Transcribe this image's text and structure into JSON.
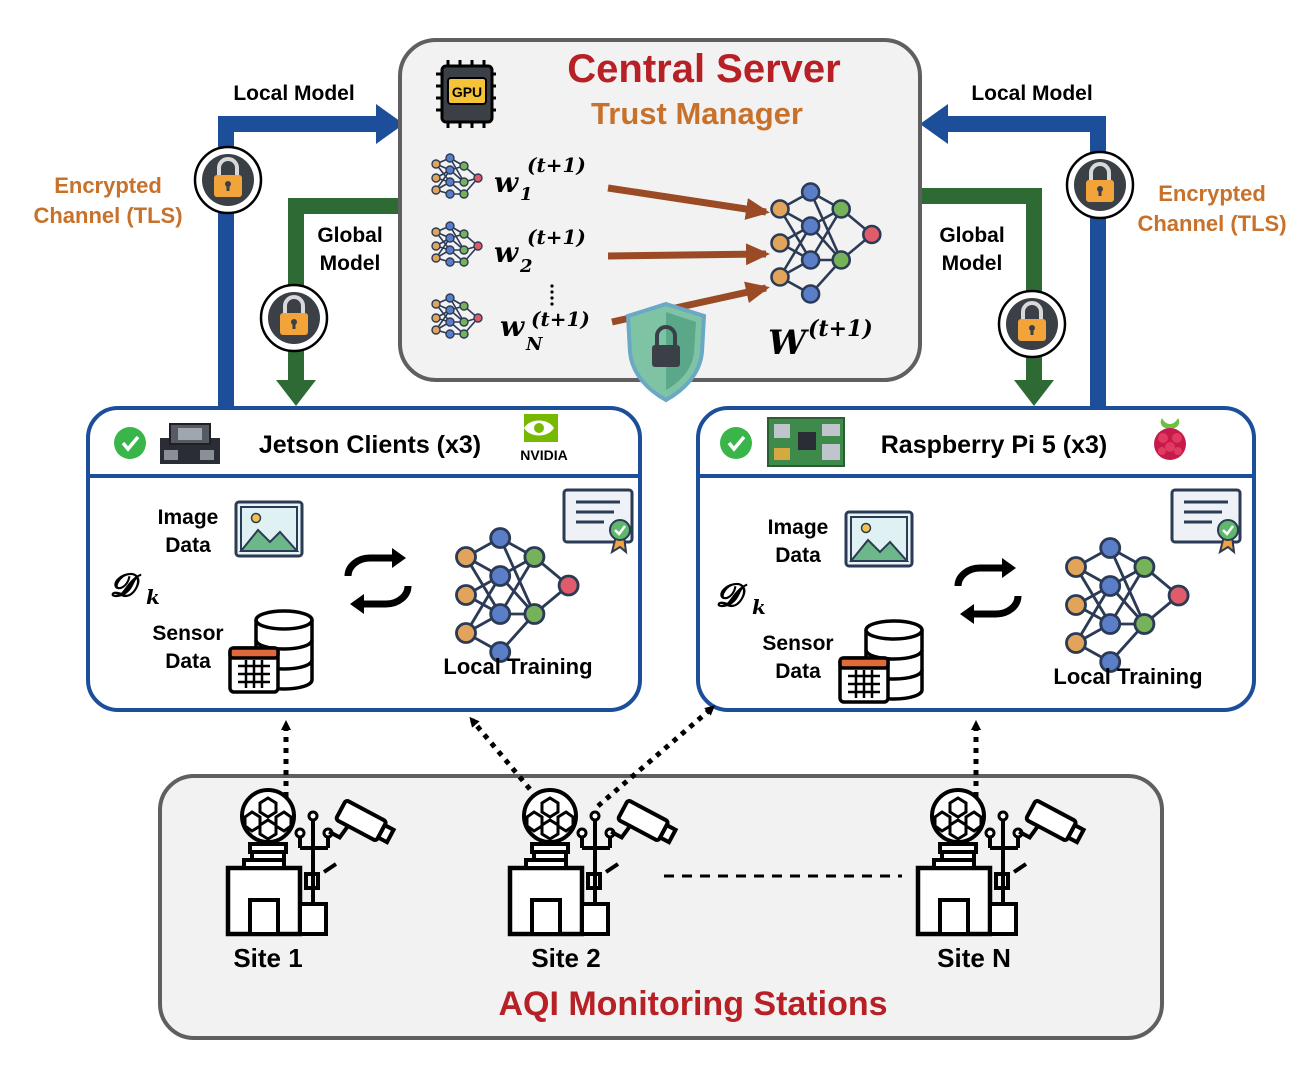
{
  "server": {
    "title": "Central Server",
    "subtitle": "Trust Manager",
    "gpu_label": "GPU",
    "weights": [
      {
        "base": "w",
        "sub": "1",
        "sup": "(t+1)"
      },
      {
        "base": "w",
        "sub": "2",
        "sup": "(t+1)"
      },
      {
        "base": "w",
        "sub": "N",
        "sup": "(t+1)"
      }
    ],
    "global_weight": {
      "base": "W",
      "sup": "(t+1)"
    }
  },
  "channels": {
    "local_model": "Local Model",
    "global_model_line1": "Global",
    "global_model_line2": "Model",
    "encrypted_line1": "Encrypted",
    "encrypted_line2": "Channel (TLS)"
  },
  "clients": [
    {
      "title": "Jetson Clients (x3)",
      "brand": "NVIDIA",
      "image_data_line1": "Image",
      "image_data_line2": "Data",
      "sensor_data_line1": "Sensor",
      "sensor_data_line2": "Data",
      "dataset_symbol": "𝓓",
      "dataset_sub": "k",
      "local_training": "Local Training"
    },
    {
      "title": "Raspberry Pi 5 (x3)",
      "brand": "",
      "image_data_line1": "Image",
      "image_data_line2": "Data",
      "sensor_data_line1": "Sensor",
      "sensor_data_line2": "Data",
      "dataset_symbol": "𝓓",
      "dataset_sub": "k",
      "local_training": "Local Training"
    }
  ],
  "stations": {
    "title": "AQI Monitoring Stations",
    "sites": [
      "Site 1",
      "Site 2",
      "Site N"
    ]
  },
  "colors": {
    "server_title": "#b72025",
    "trust_manager": "#c8712a",
    "encrypted": "#c8712a",
    "local_arrow": "#1c4e9a",
    "global_arrow": "#2e6b34",
    "client_border": "#1c4e9a",
    "station_title": "#b72025",
    "weight_arrow": "#9a4a24"
  },
  "icons": [
    "gpu-chip-icon",
    "lock-icon",
    "shield-lock-icon",
    "check-icon",
    "jetson-board-icon",
    "nvidia-logo-icon",
    "raspberry-pi-board-icon",
    "raspberry-logo-icon",
    "image-icon",
    "database-icon",
    "calendar-icon",
    "sync-arrows-icon",
    "certificate-icon",
    "neural-network-icon",
    "weather-station-icon",
    "camera-icon"
  ]
}
